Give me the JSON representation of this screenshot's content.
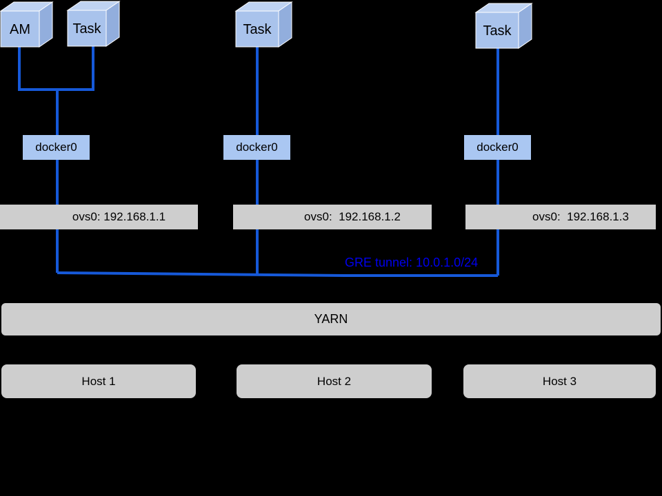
{
  "cubes": [
    {
      "label": "AM"
    },
    {
      "label": "Task"
    },
    {
      "label": "Task"
    },
    {
      "label": "Task"
    }
  ],
  "docker_bridges": [
    {
      "label": "docker0"
    },
    {
      "label": "docker0"
    },
    {
      "label": "docker0"
    }
  ],
  "ovs_bridges": [
    {
      "label": "ovs0: 192.168.1.1"
    },
    {
      "label": "ovs0:  192.168.1.2"
    },
    {
      "label": "ovs0:  192.168.1.3"
    }
  ],
  "tunnel": {
    "label": "GRE tunnel: 10.0.1.0/24"
  },
  "yarn": {
    "label": "YARN"
  },
  "hosts": [
    {
      "label": "Host 1"
    },
    {
      "label": "Host 2"
    },
    {
      "label": "Host 3"
    }
  ],
  "colors": {
    "background": "#000000",
    "line": "#1659d9",
    "tunnel_text": "#0000ee",
    "cube_front": "#a9c3ec",
    "cube_top": "#bfd3f2",
    "cube_side": "#92aedd",
    "bridge_box": "#aac7f2",
    "bar": "#cecece",
    "label_text": "#000000"
  }
}
